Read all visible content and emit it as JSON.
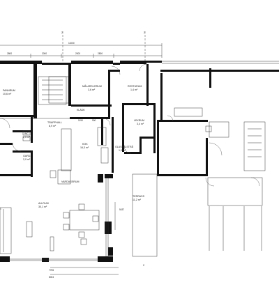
{
  "rooms": [
    {
      "name": "PANNRUM",
      "area": "10,6 m²"
    },
    {
      "name": "MÅLARSLÖRUM",
      "area": "3,6 m²"
    },
    {
      "name": "RESTURUM",
      "area": "1,4 m²"
    },
    {
      "name": "KLÄDK",
      "area": ""
    },
    {
      "name": "TRAPPHALL",
      "area": "8,9 m²"
    },
    {
      "name": "WC",
      "area": "2,0 m²"
    },
    {
      "name": "GARD.",
      "area": "2,0 m²"
    },
    {
      "name": "KÖK",
      "area": "16,3 m²"
    },
    {
      "name": "LEKRUM",
      "area": "3,4 m²"
    },
    {
      "name": "GLASPÅLSTRÅ",
      "area": "1,0 m²"
    },
    {
      "name": "VARDAGSRUM",
      "area": ""
    },
    {
      "name": "ALLRUM",
      "area": "30,1 m²"
    },
    {
      "name": "TERRASS",
      "area": "11,2 m²"
    }
  ],
  "dimensions": {
    "top_total": "11000",
    "top_left": "2800",
    "top_mid_a": "2000",
    "top_mid_b": "2000",
    "top_mid_c": "2800",
    "mid_a": "1190",
    "mid_b": "900",
    "right_vertical": "5437",
    "bottom_a": "7755",
    "bottom_b": "8004"
  },
  "axes": {
    "top_marker": "2",
    "bottom_marker": "2"
  }
}
